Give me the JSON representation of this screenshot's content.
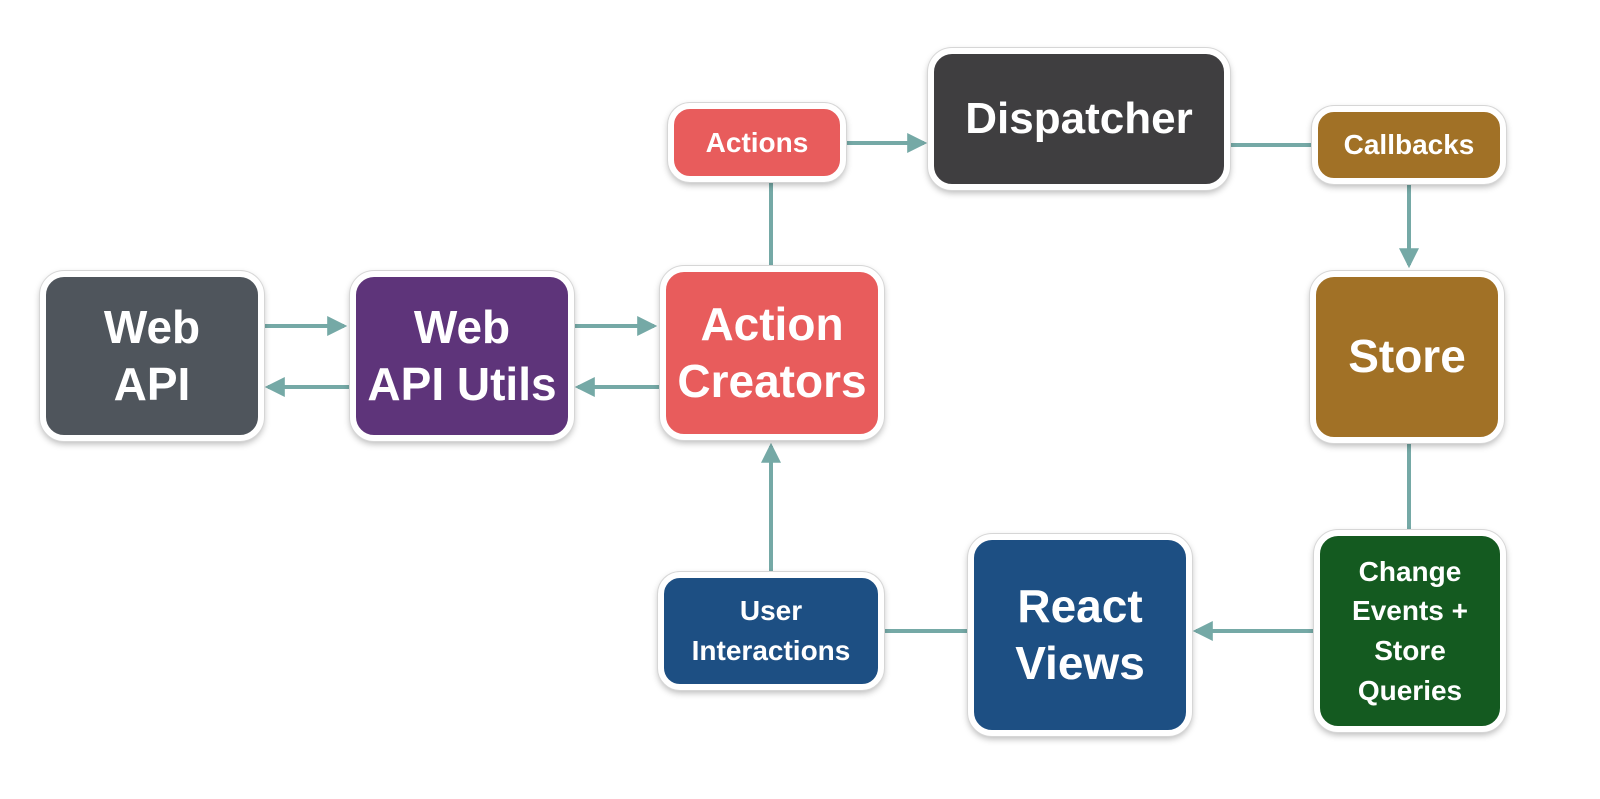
{
  "colors": {
    "connector": "#75a9a6",
    "web_api": "#4f555c",
    "web_api_utils": "#5e347a",
    "action_creators": "#e85c5c",
    "actions": "#e85c5c",
    "dispatcher": "#3f3e40",
    "callbacks": "#a17126",
    "store": "#a17126",
    "change_events": "#145a20",
    "react_views": "#1d4f83",
    "user_interactions": "#1d4f83"
  },
  "nodes": {
    "web_api": {
      "label": "Web\nAPI"
    },
    "web_api_utils": {
      "label": "Web\nAPI Utils"
    },
    "action_creators": {
      "label": "Action\nCreators"
    },
    "actions": {
      "label": "Actions"
    },
    "dispatcher": {
      "label": "Dispatcher"
    },
    "callbacks": {
      "label": "Callbacks"
    },
    "store": {
      "label": "Store"
    },
    "change_events": {
      "label": "Change\nEvents +\nStore\nQueries"
    },
    "react_views": {
      "label": "React\nViews"
    },
    "user_interactions": {
      "label": "User\nInteractions"
    }
  },
  "connections": [
    {
      "from": "web_api",
      "to": "web_api_utils",
      "arrow": true
    },
    {
      "from": "web_api_utils",
      "to": "web_api",
      "arrow": true
    },
    {
      "from": "web_api_utils",
      "to": "action_creators",
      "arrow": true
    },
    {
      "from": "action_creators",
      "to": "web_api_utils",
      "arrow": true
    },
    {
      "from": "action_creators",
      "to": "actions",
      "arrow": false
    },
    {
      "from": "actions",
      "to": "dispatcher",
      "arrow": true
    },
    {
      "from": "dispatcher",
      "to": "callbacks",
      "arrow": false
    },
    {
      "from": "callbacks",
      "to": "store",
      "arrow": true
    },
    {
      "from": "store",
      "to": "change_events",
      "arrow": false
    },
    {
      "from": "change_events",
      "to": "react_views",
      "arrow": true
    },
    {
      "from": "react_views",
      "to": "user_interactions",
      "arrow": false
    },
    {
      "from": "user_interactions",
      "to": "action_creators",
      "arrow": true
    }
  ]
}
